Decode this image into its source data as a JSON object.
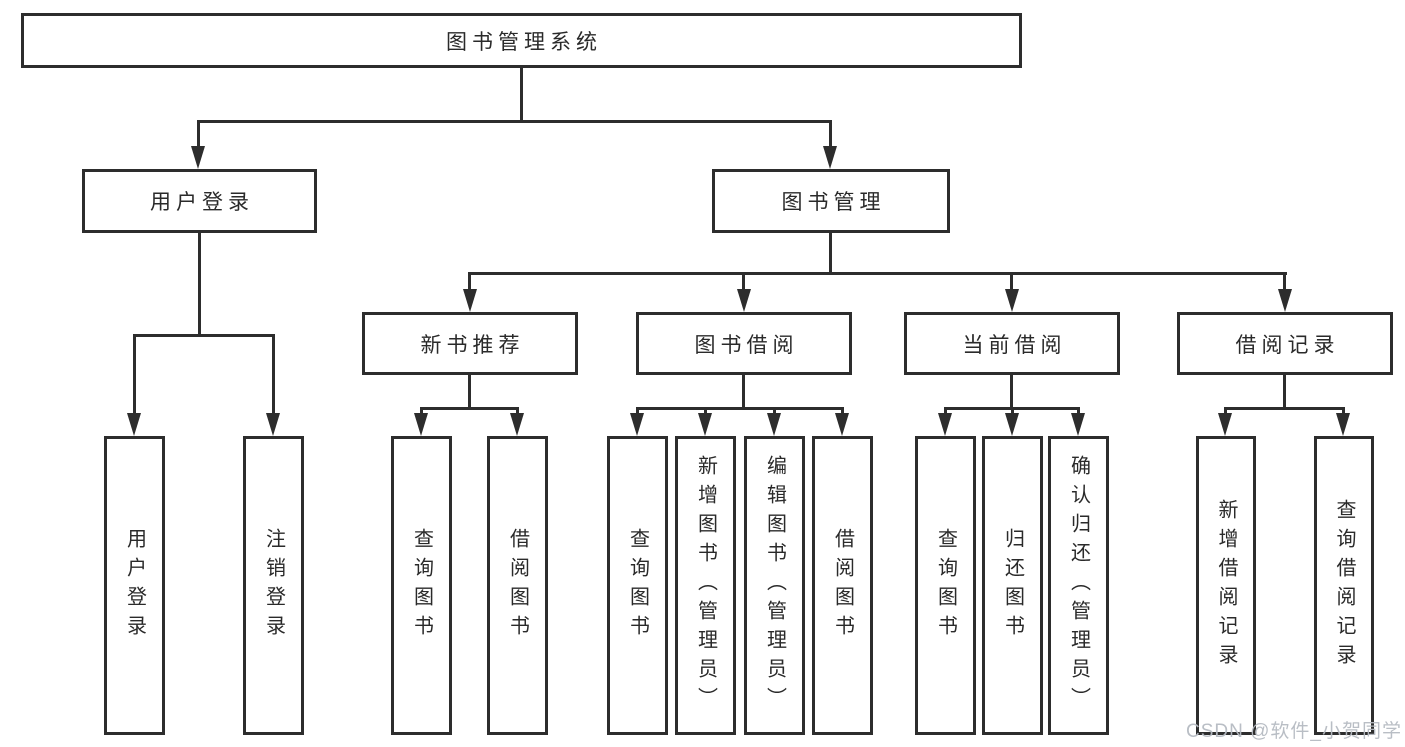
{
  "diagram_title": "图书管理系统",
  "nodes": {
    "root": {
      "label": "图书管理系统"
    },
    "l2": {
      "user_login": {
        "label": "用户登录"
      },
      "book_mgmt": {
        "label": "图书管理"
      }
    },
    "l3": {
      "new_book_rec": {
        "label": "新书推荐"
      },
      "book_borrow": {
        "label": "图书借阅"
      },
      "current_borrow": {
        "label": "当前借阅"
      },
      "borrow_records": {
        "label": "借阅记录"
      }
    },
    "leaves": {
      "user_login": {
        "label": "用户登录"
      },
      "logout": {
        "label": "注销登录"
      },
      "nb_query_book": {
        "label": "查询图书"
      },
      "nb_borrow_book": {
        "label": "借阅图书"
      },
      "bw_query_book": {
        "label": "查询图书"
      },
      "bw_add_book": {
        "label": "新增图书（管理员）"
      },
      "bw_edit_book": {
        "label": "编辑图书（管理员）"
      },
      "bw_borrow_book": {
        "label": "借阅图书"
      },
      "cur_query_book": {
        "label": "查询图书"
      },
      "cur_return_book": {
        "label": "归还图书"
      },
      "cur_confirm_return": {
        "label": "确认归还（管理员）"
      },
      "rec_add_record": {
        "label": "新增借阅记录"
      },
      "rec_query_record": {
        "label": "查询借阅记录"
      }
    }
  },
  "watermark": {
    "text": "CSDN @软件_小贺同学"
  },
  "colors": {
    "line": "#2d2d2d",
    "text": "#2a2a2a",
    "background": "#ffffff",
    "watermark": "#b6bbc2"
  }
}
